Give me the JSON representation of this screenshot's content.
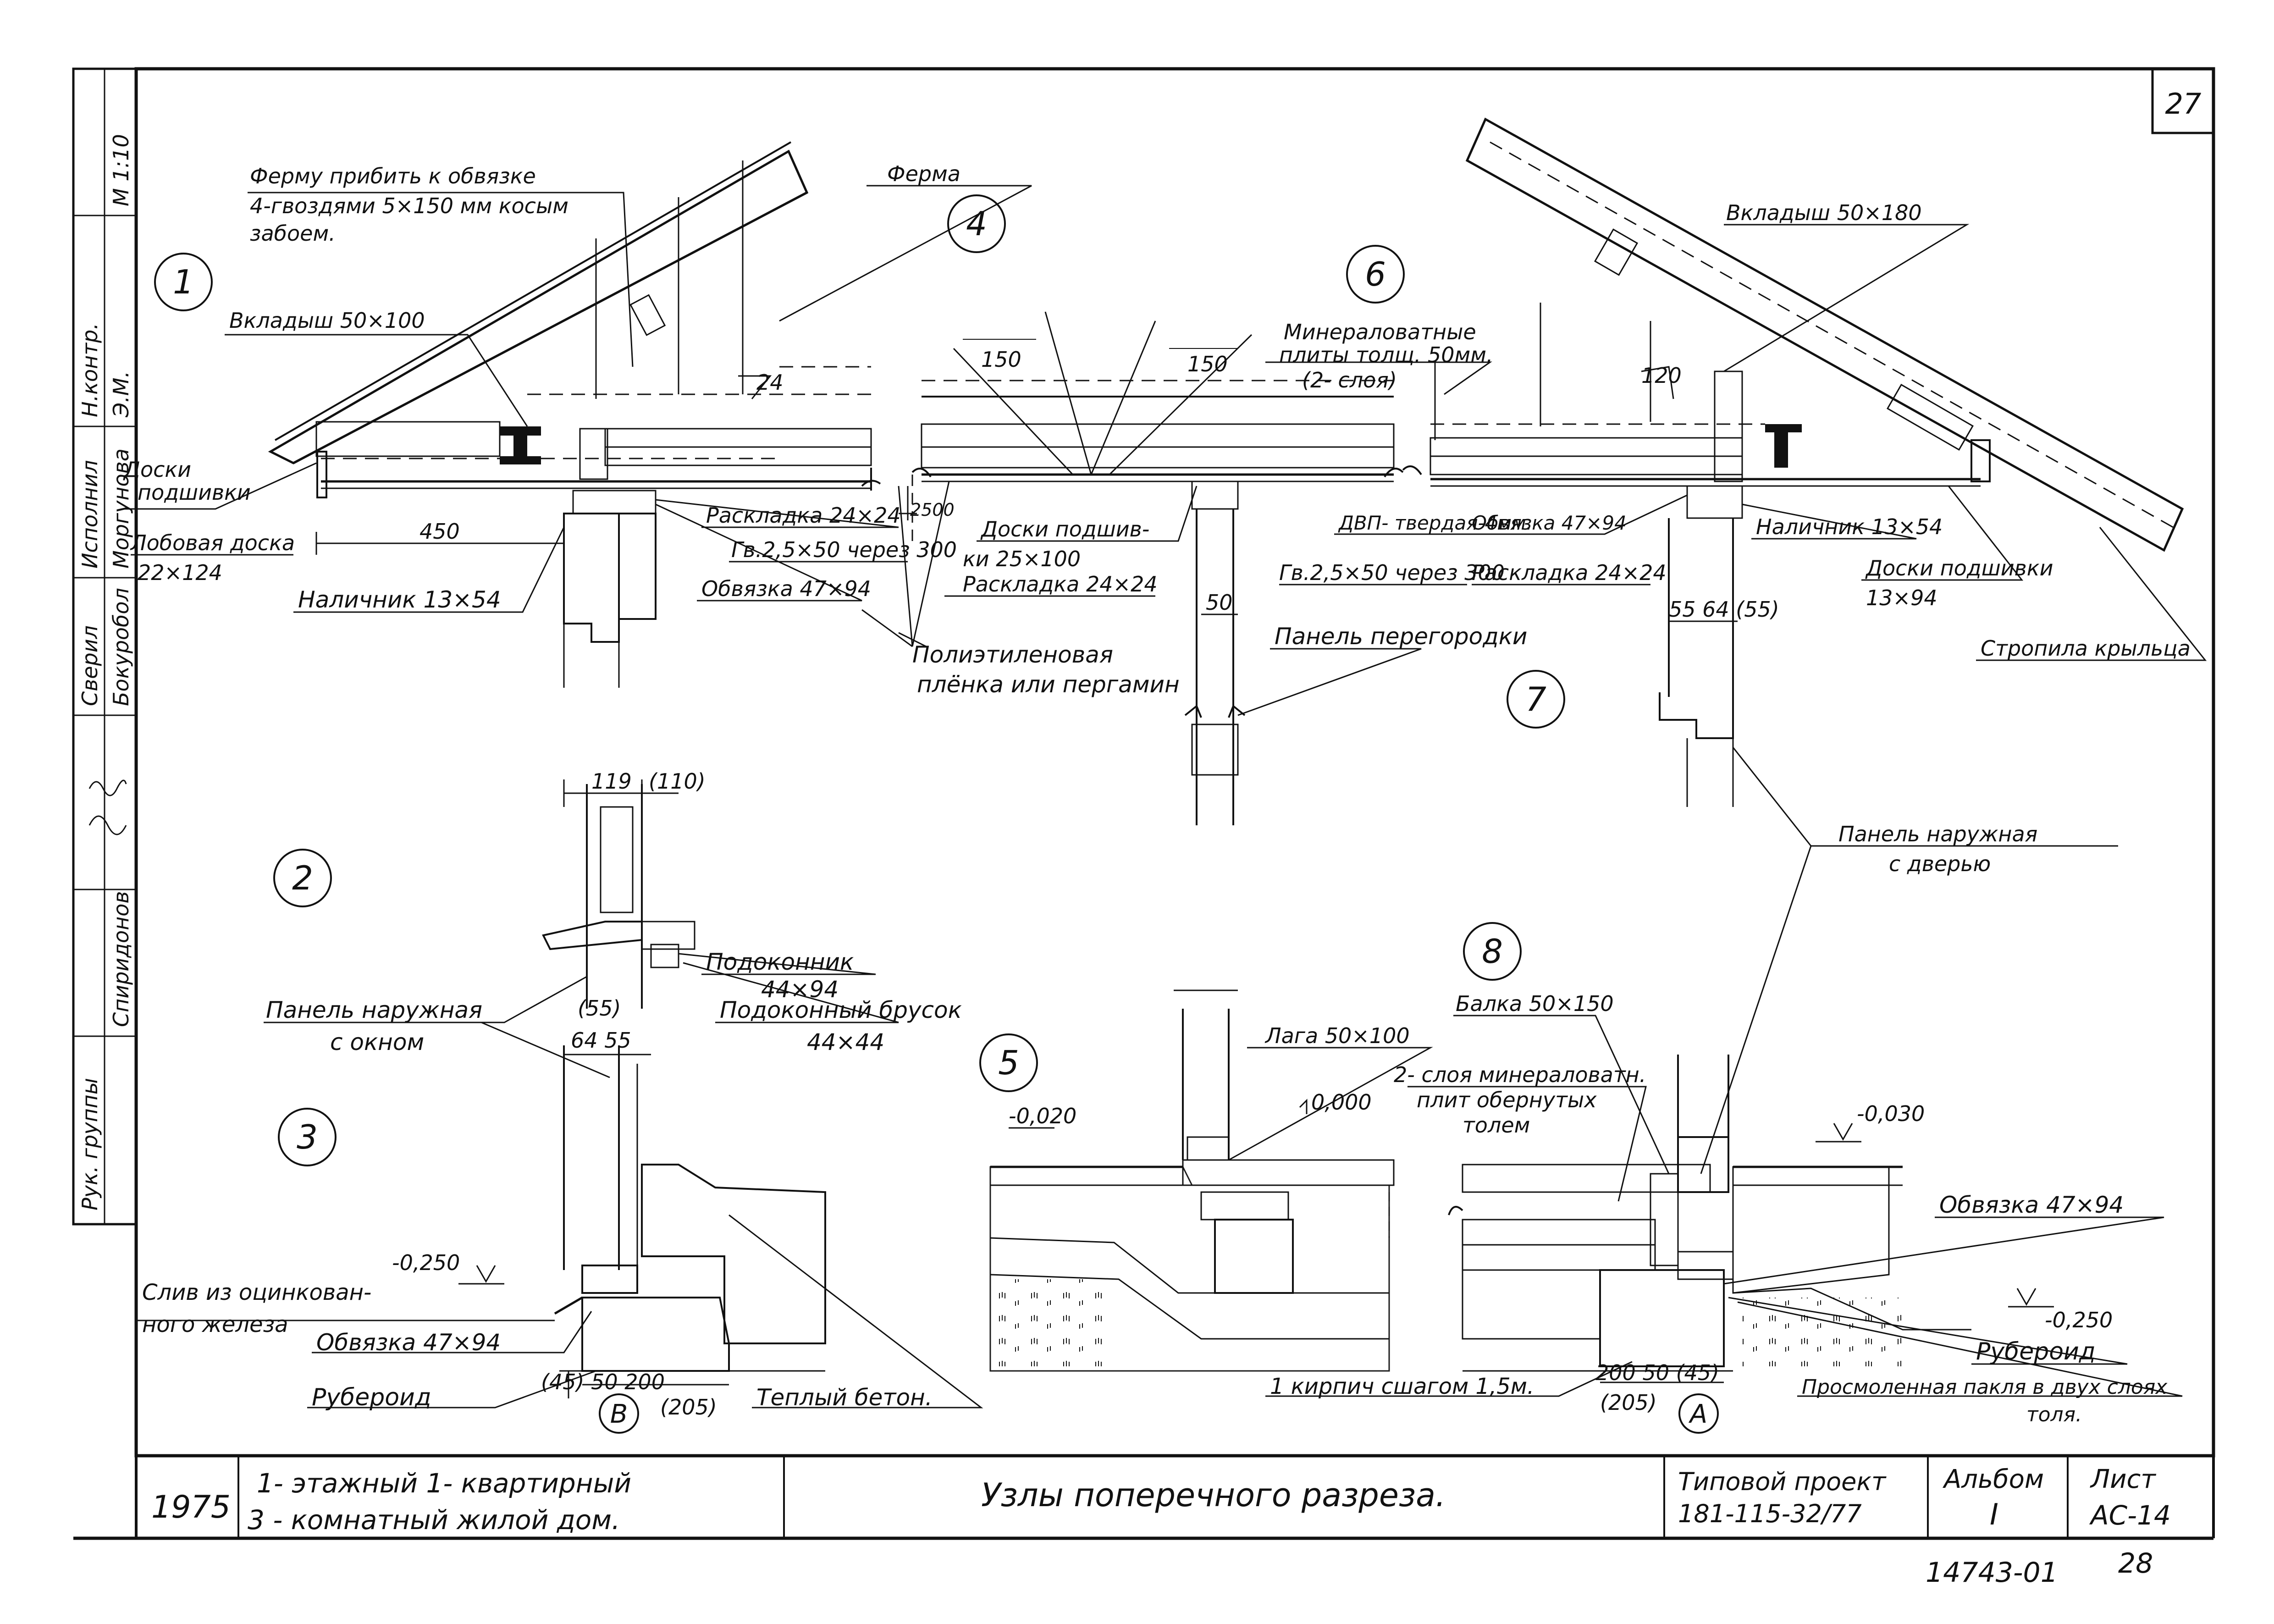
{
  "sheet": {
    "corner_number": "27",
    "bottom_code": "14743-01",
    "bottom_page": "28"
  },
  "side_stamp": {
    "cells": [
      "Рук. группы",
      "Спиридонов",
      "Сверил",
      "Бокуробол",
      "Исполнил",
      "Моргунова",
      "Н.контр.",
      "Э.М.",
      "М 1:10"
    ]
  },
  "title_block": {
    "year": "1975",
    "name_line1": "1- этажный   1- квартирный",
    "name_line2": "3 - комнатный   жилой   дом.",
    "sheet_title": "Узлы   поперечного   разреза.",
    "project_label": "Типовой   проект",
    "project_number": "181-115-32/77",
    "album_label": "Альбом",
    "album_value": "I",
    "sheet_label": "Лист",
    "sheet_value": "АС-14"
  },
  "node_numbers": [
    "1",
    "2",
    "3",
    "4",
    "5",
    "6",
    "7",
    "8"
  ],
  "axis_marks": [
    "В",
    "А"
  ],
  "labels": {
    "farm_note_1": "Ферму прибить к обвязке",
    "farm_note_2": "4-гвоздями 5×150 мм косым",
    "farm_note_3": "забоем.",
    "ferma": "Ферма",
    "vkladysh_100": "Вкладыш 50×100",
    "vkladysh_180": "Вкладыш 50×180",
    "mineral_1": "Минераловатные",
    "mineral_2": "плиты толщ. 50мм.",
    "mineral_3": "(2- слоя)",
    "doski_podshivki": "Доски",
    "doski_podshivki_2": "подшивки",
    "lobovaya": "Лобовая доска",
    "lobovaya_size": "22×124",
    "dim_450": "450",
    "napichnik_left": "Наличник 13×54",
    "raskladka_left": "Раскладка 24×24",
    "gvozd_left": "Гв.2,5×50 через 300",
    "obvyazka_left": "Обвязка 47×94",
    "dim_2500": "2500",
    "doski_mid": "Доски подшив-",
    "doski_mid_2": "ки 25×100",
    "raskladka_mid": "Раскладка 24×24",
    "gvozd_mid": "Гв.2,5×50 через 300",
    "raskladka_right": "Раскладка 24×24",
    "dvp": "ДВП- твердая-4мм.",
    "obvyazka_right": "Обвязка 47×94",
    "napichnik_right": "Наличник 13×54",
    "doski_right": "Доски подшивки",
    "doski_right_size": "13×94",
    "stropila": "Стропила крыльца",
    "film_1": "Полиэтиленовая",
    "film_2": "плёнка или пергамин",
    "panel_peregorodki": "Панель перегородки",
    "dim_150a": "150",
    "dim_150b": "150",
    "dim_24": "24",
    "dim_120": "120",
    "dim_50": "50",
    "dims_55_64_55": "55 64 (55)",
    "panel_door_1": "Панель наружная",
    "panel_door_2": "с дверью",
    "dim_119": "119",
    "dim_110": "(110)",
    "podokonnik": "Подоконник",
    "podokonnik_size": "44×94",
    "podok_brusok": "Подоконный брусок",
    "podok_brusok_size": "44×44",
    "panel_window_1": "Панель наружная",
    "panel_window_2": "с окном",
    "dim_55p": "(55)",
    "dim_64_55": "64  55",
    "level_m0250_left": "-0,250",
    "sliv_1": "Слив из оцинкован-",
    "sliv_2": "ного железа",
    "obvyazka_3": "Обвязка 47×94",
    "ruberoid_3": "Рубероид",
    "dims_3_bottom": "(45) 50  200",
    "dim_205_3": "(205)",
    "teply_beton": "Теплый бетон.",
    "level_m0020": "-0,020",
    "laga": "Лага 50×100",
    "level_0000": "0,000",
    "balka": "Балка 50×150",
    "mineral_8_1": "2- слоя минераловатн.",
    "mineral_8_2": "плит обернутых",
    "mineral_8_3": "толем",
    "level_m0030": "-0,030",
    "obvyazka_8": "Обвязка 47×94",
    "level_m0250_right": "-0,250",
    "ruberoid_8": "Рубероид",
    "kirpich": "1 кирпич  сшагом 1,5м.",
    "dims_8_bottom": "200  50 (45)",
    "dim_205_8": "(205)",
    "paklya_1": "Просмоленная пакля в двух слоях",
    "paklya_2": "толя."
  }
}
